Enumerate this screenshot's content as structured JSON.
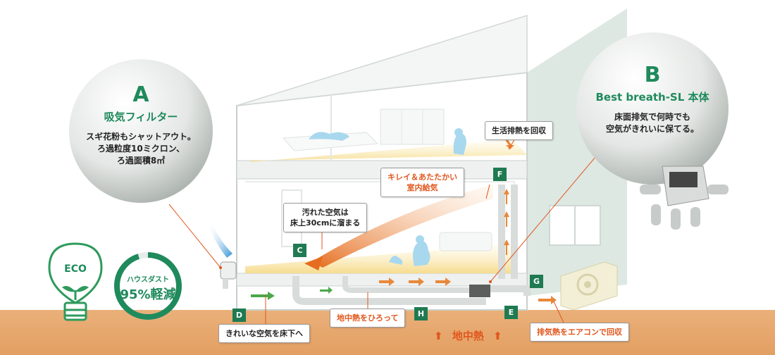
{
  "bubbles": {
    "a": {
      "letter": "A",
      "title": "吸気フィルター",
      "lines": [
        "スギ花粉もシャットアウト。",
        "ろ過粒度10ミクロン、",
        "ろ過面積8㎡"
      ]
    },
    "b": {
      "letter": "B",
      "title": "Best breath-SL 本体",
      "lines": [
        "床面排気で何時でも",
        "空気がきれいに保てる。"
      ]
    }
  },
  "eco": {
    "badge": "ECO",
    "ring_top": "ハウスダスト",
    "ring_main": "95%軽減",
    "reduction_percent": 95
  },
  "callouts": {
    "life_exhaust": "生活排熱を回収",
    "fresh_supply": [
      "キレイ＆あたたかい",
      "室内給気"
    ],
    "dirty_air": [
      "汚れた空気は",
      "床上30cmに溜まる"
    ],
    "clean_air_under": "きれいな空気を床下へ",
    "geothermal_pickup": "地中熱をひろって",
    "ac_exhaust": "排気熱をエアコンで回収"
  },
  "ground_label": "地中熱",
  "markers": [
    "C",
    "D",
    "E",
    "F",
    "G",
    "H"
  ],
  "colors": {
    "brand_green": "#1f8a5c",
    "marker_green": "#1f7a52",
    "accent_orange": "#e0571d",
    "ground": "#e8a86f",
    "wall_tint": "#dbe6e1"
  }
}
